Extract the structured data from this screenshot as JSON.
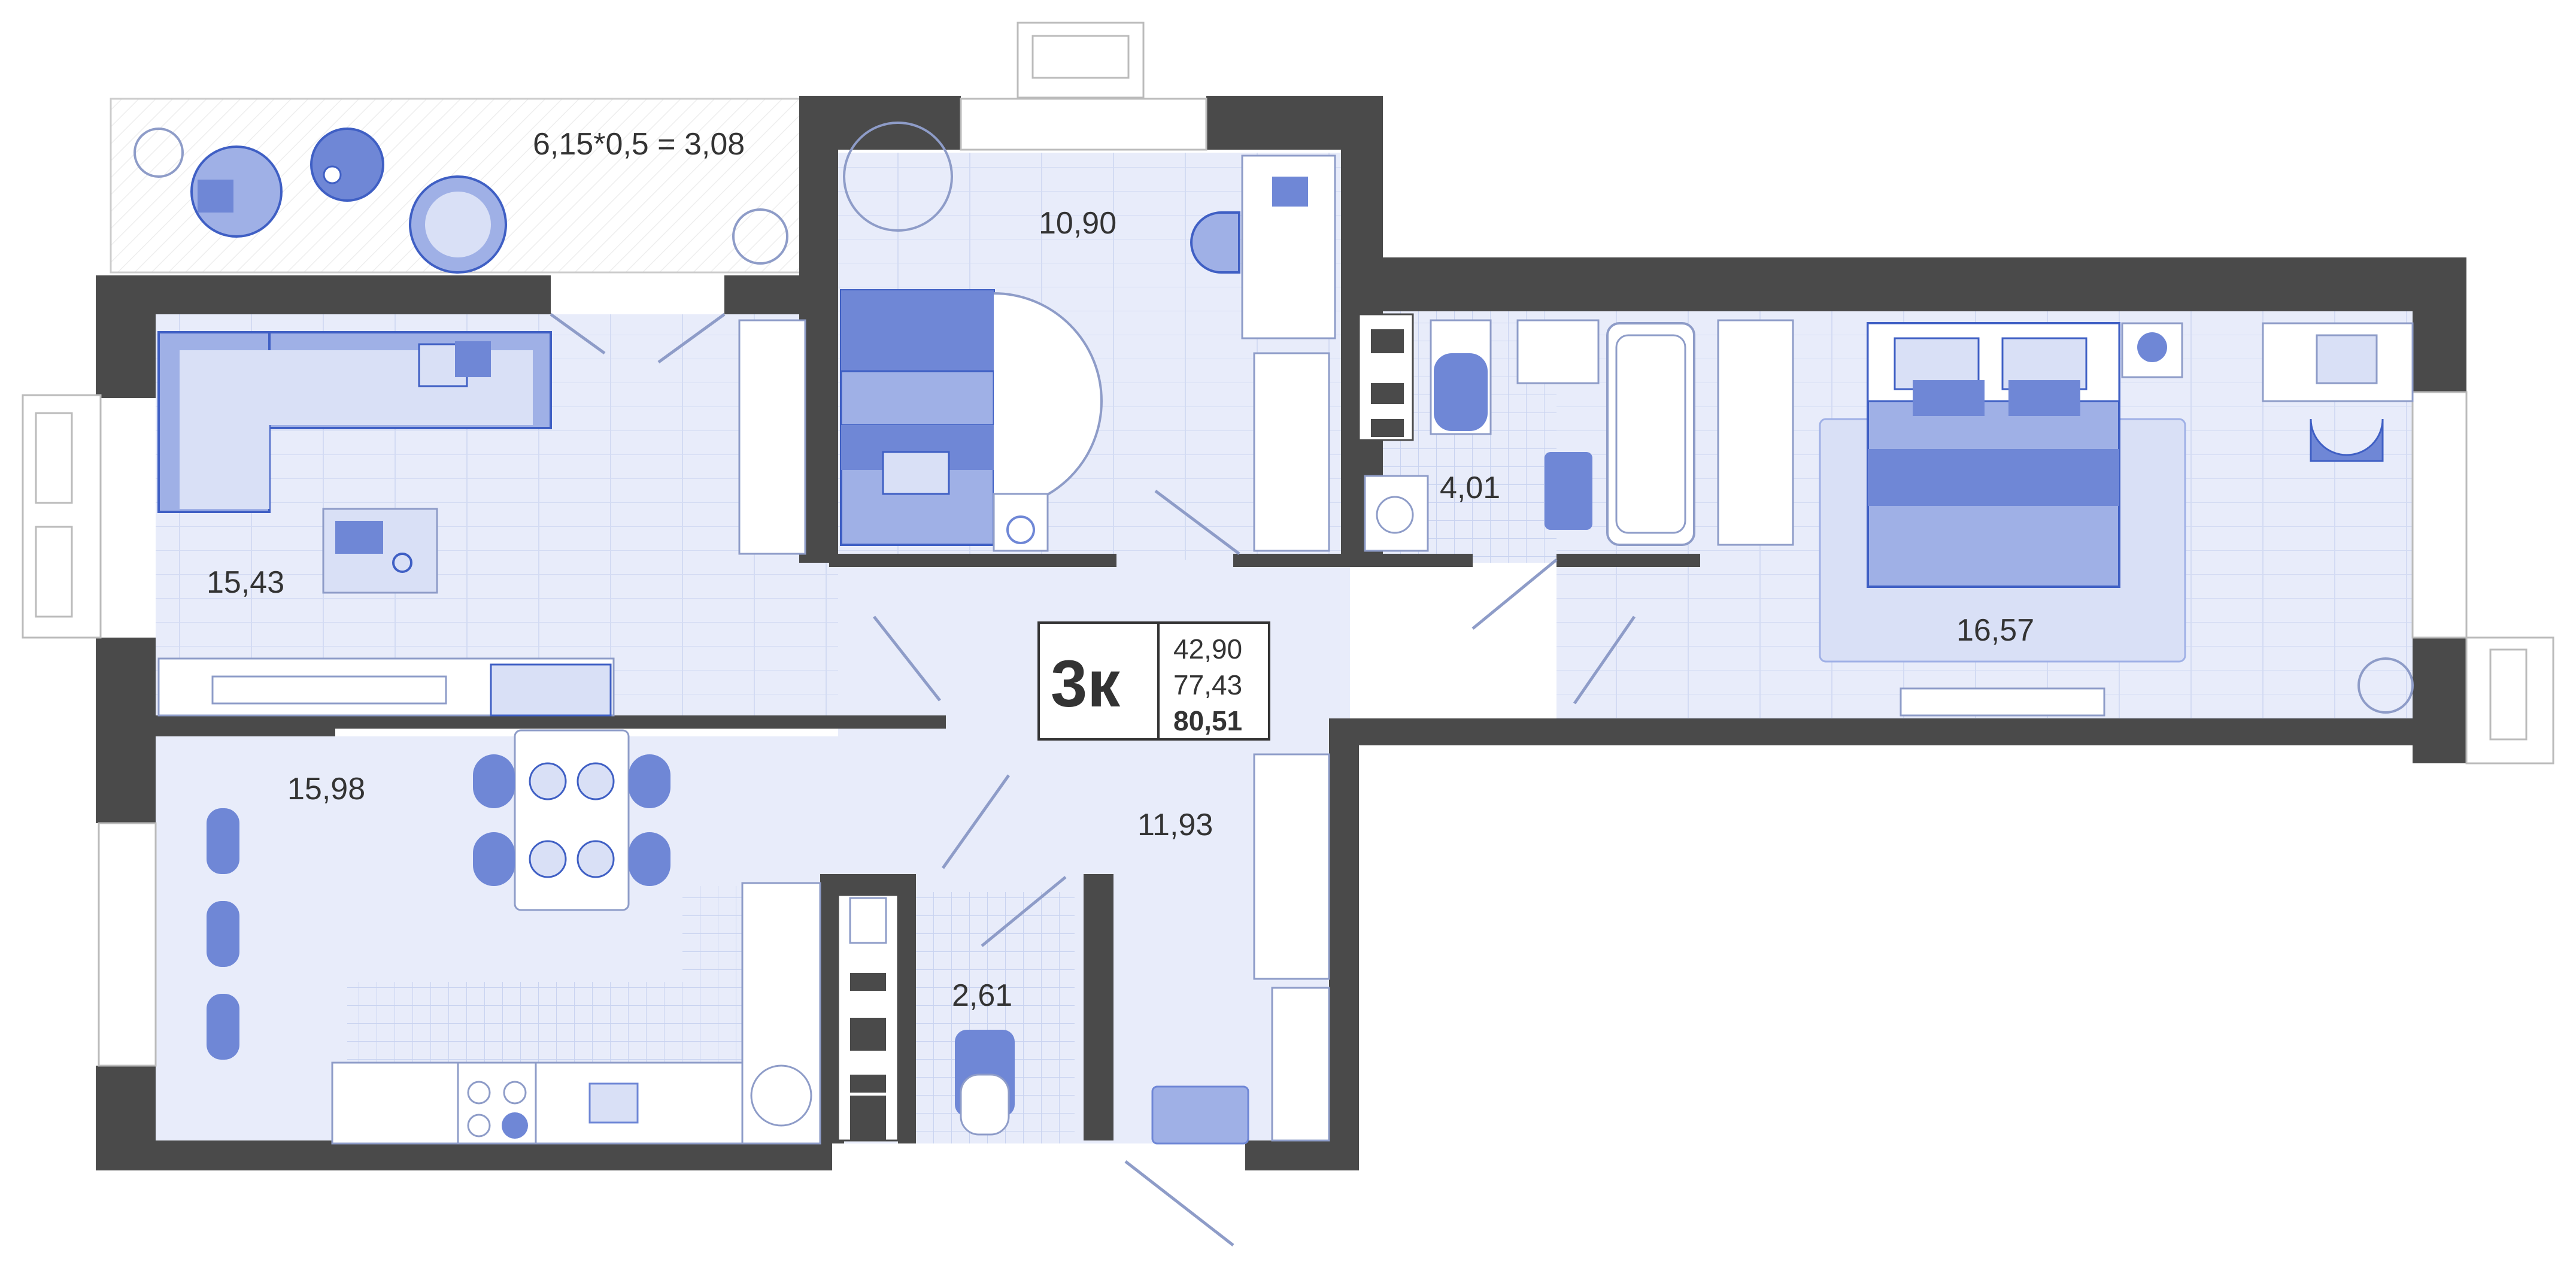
{
  "apartment": {
    "type_label": "3к",
    "living_area": "42,90",
    "total_area": "77,43",
    "total_with_balcony": "80,51"
  },
  "rooms": {
    "balcony": "6,15*0,5 = 3,08",
    "living_room": "15,43",
    "kids_room": "10,90",
    "bathroom": "4,01",
    "bedroom": "16,57",
    "kitchen": "15,98",
    "hallway": "11,93",
    "wc": "2,61"
  },
  "colors": {
    "wall": "#4a4a4a",
    "floor": "#e8ecfa",
    "furniture_dark": "#6f87d6",
    "furniture_mid": "#9fb0e6",
    "furniture_light": "#d9e0f6",
    "outline": "#3f5fc4"
  }
}
